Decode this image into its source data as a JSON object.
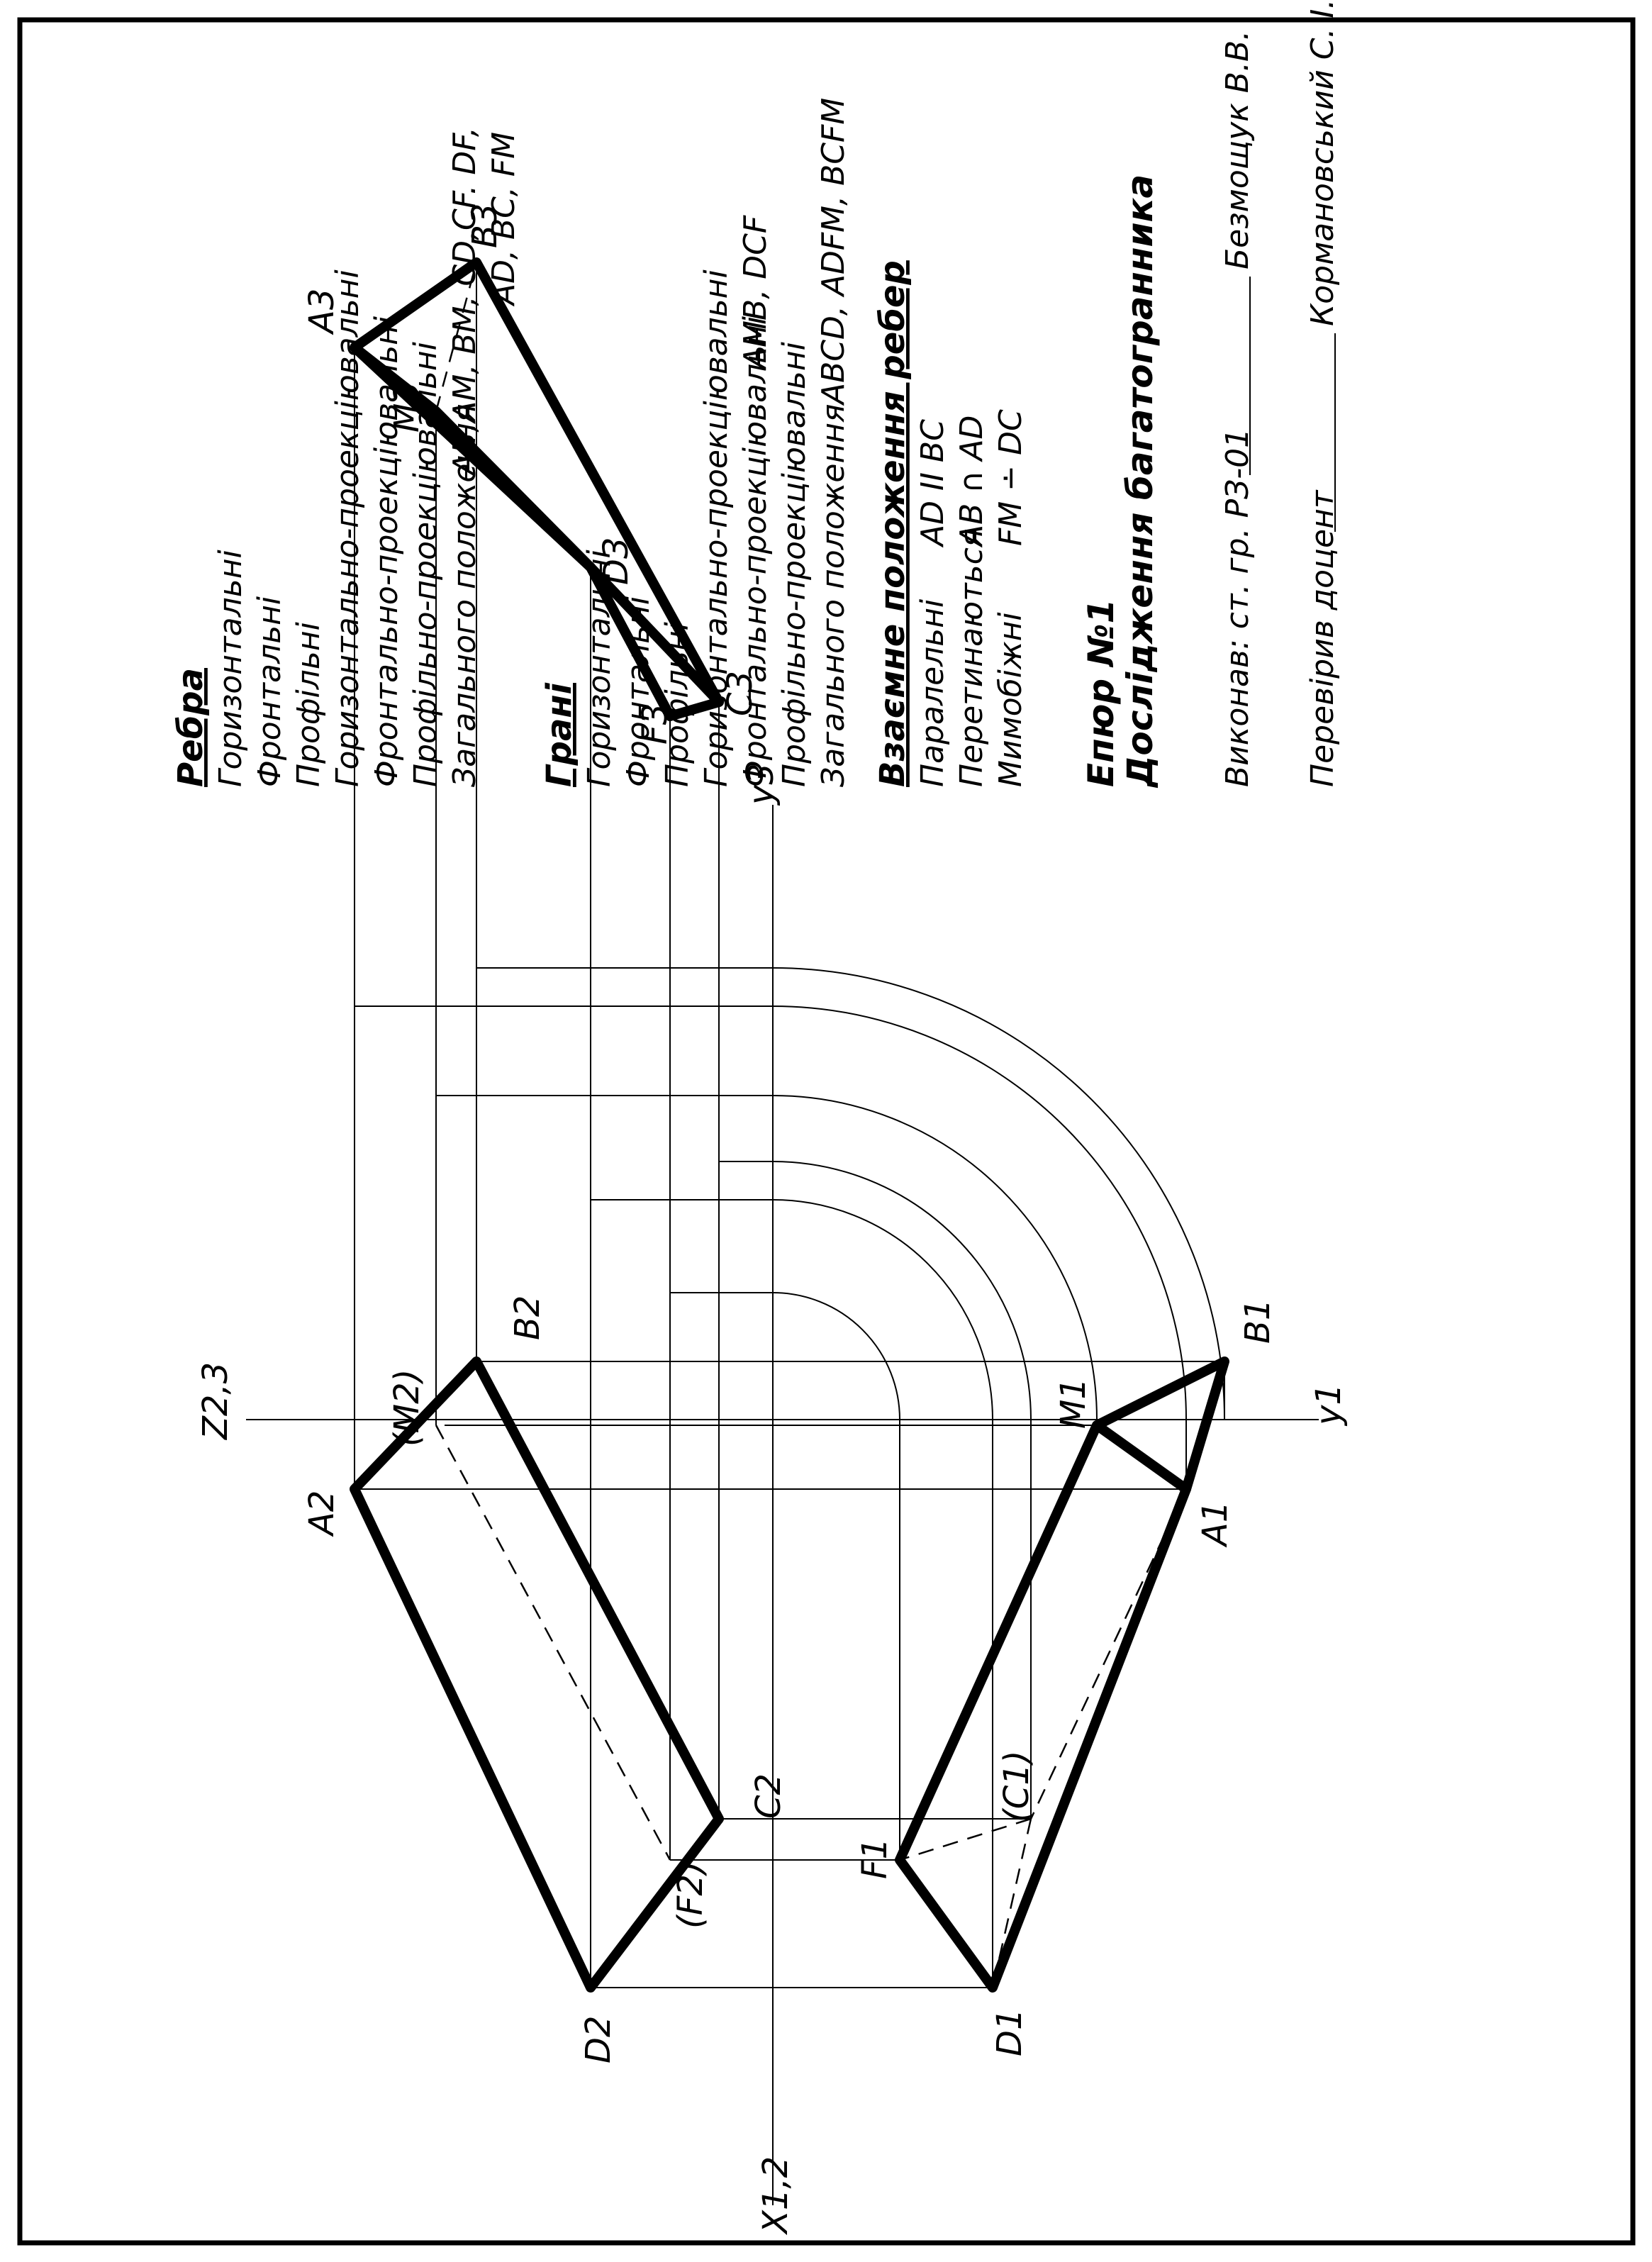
{
  "axes": {
    "z": "Z2,3",
    "x": "X1,2",
    "y1": "y1",
    "y3": "y3"
  },
  "points": {
    "frontal": {
      "A": "A2",
      "B": "B2",
      "M": "(M2)",
      "C": "C2",
      "F": "(F2)",
      "D": "D2"
    },
    "horizontal": {
      "A": "A1",
      "B": "B1",
      "M": "M1",
      "C": "(C1)",
      "F": "F1",
      "D": "D1"
    },
    "profile": {
      "A": "A3",
      "B": "B3",
      "M": "M3",
      "C": "C3",
      "D": "D3",
      "F": "F3"
    }
  },
  "edges": {
    "heading": "Ребра",
    "rows": [
      {
        "label": "Горизонтальні",
        "value": ""
      },
      {
        "label": "Фронтальні",
        "value": ""
      },
      {
        "label": "Профільні",
        "value": ""
      },
      {
        "label": "Горизонтально-проекціювальні",
        "value": ""
      },
      {
        "label": "Фронтально-проекціювальні",
        "value": ""
      },
      {
        "label": "Профільно-проекціювальні",
        "value": ""
      },
      {
        "label": "Загального положення",
        "value": "AB,AM, BM, CD,CF. DF,"
      },
      {
        "label": "",
        "value": "AD, BC, FM"
      }
    ]
  },
  "faces": {
    "heading": "Грані",
    "rows": [
      {
        "label": "Горизонтальні",
        "value": ""
      },
      {
        "label": "Фронтальні",
        "value": ""
      },
      {
        "label": "Профільні",
        "value": ""
      },
      {
        "label": "Горизонтально-проекціювальні",
        "value": ""
      },
      {
        "label": "Фронтально-проекціювальні",
        "value": "AMB, DCF"
      },
      {
        "label": "Профільно-проекціювальні",
        "value": ""
      },
      {
        "label": "Загального положення",
        "value": "ABCD, ADFM, BCFM"
      }
    ]
  },
  "mutual": {
    "heading": "Взаємне положення ребер",
    "rows": [
      {
        "label": "Паралельні",
        "value": "AD II BC"
      },
      {
        "label": "Перетинаються",
        "value": "AB ∩ AD"
      },
      {
        "label": "Мимобіжні",
        "value": "FM ∸ DC"
      }
    ]
  },
  "title": {
    "number": "Епюр №1",
    "name": "Дослідження багатогранника"
  },
  "signatures": [
    {
      "role": "Виконав: ст. гр. РЗ-01",
      "name": "Безмощук В.В."
    },
    {
      "role": "Перевірив доцент",
      "name": "Кормановський С. І."
    }
  ]
}
